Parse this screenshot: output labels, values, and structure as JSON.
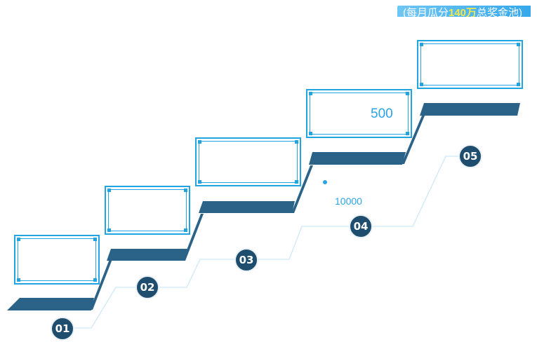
{
  "banner": {
    "prefix": "(每月瓜分",
    "highlight": "140万",
    "suffix": "总奖金池)"
  },
  "steps": [
    {
      "number": "01",
      "card_text": ""
    },
    {
      "number": "02",
      "card_text": ""
    },
    {
      "number": "03",
      "card_text": ""
    },
    {
      "number": "04",
      "card_text": "500"
    },
    {
      "number": "05",
      "card_text": ""
    }
  ],
  "floating_value": "10000",
  "colors": {
    "step_fill": "#2b6287",
    "card_border": "#22a4e0",
    "badge": "#1f4d6e",
    "connector": "#bfe3f4"
  }
}
